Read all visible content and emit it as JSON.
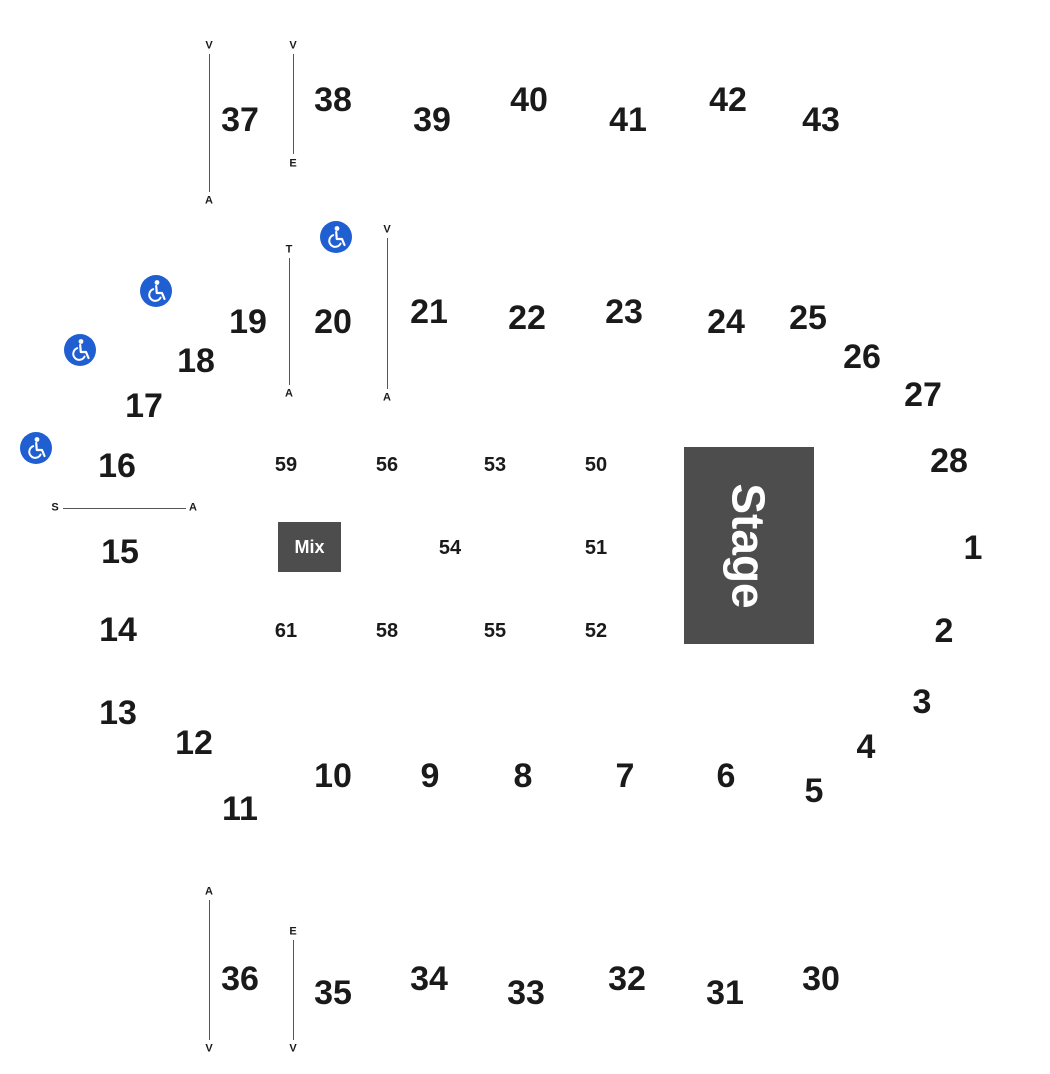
{
  "venue_map": {
    "stage_label": "Stage",
    "mix_label": "Mix",
    "accessible_icon": "wheelchair-icon",
    "colors": {
      "stage": "#4d4d4d",
      "accessible": "#1f5fd1",
      "text": "#1a1a1a"
    },
    "sections": [
      "1",
      "2",
      "3",
      "4",
      "5",
      "6",
      "7",
      "8",
      "9",
      "10",
      "11",
      "12",
      "13",
      "14",
      "15",
      "16",
      "17",
      "18",
      "19",
      "20",
      "21",
      "22",
      "23",
      "24",
      "25",
      "26",
      "27",
      "28",
      "30",
      "31",
      "32",
      "33",
      "34",
      "35",
      "36",
      "37",
      "38",
      "39",
      "40",
      "41",
      "42",
      "43"
    ],
    "floor_sections": [
      "50",
      "51",
      "52",
      "53",
      "54",
      "55",
      "56",
      "58",
      "59",
      "61"
    ],
    "row_letters": {
      "s37_top": "V",
      "s37_bottom": "A",
      "s38_top": "V",
      "s38_bottom": "E",
      "s20_top": "T",
      "s20_bottom": "A",
      "s21_top": "V",
      "s21_bottom": "A",
      "s15_left": "S",
      "s15_right": "A",
      "s36_top": "A",
      "s36_bottom": "V",
      "s35_top": "E",
      "s35_bottom": "V"
    }
  }
}
